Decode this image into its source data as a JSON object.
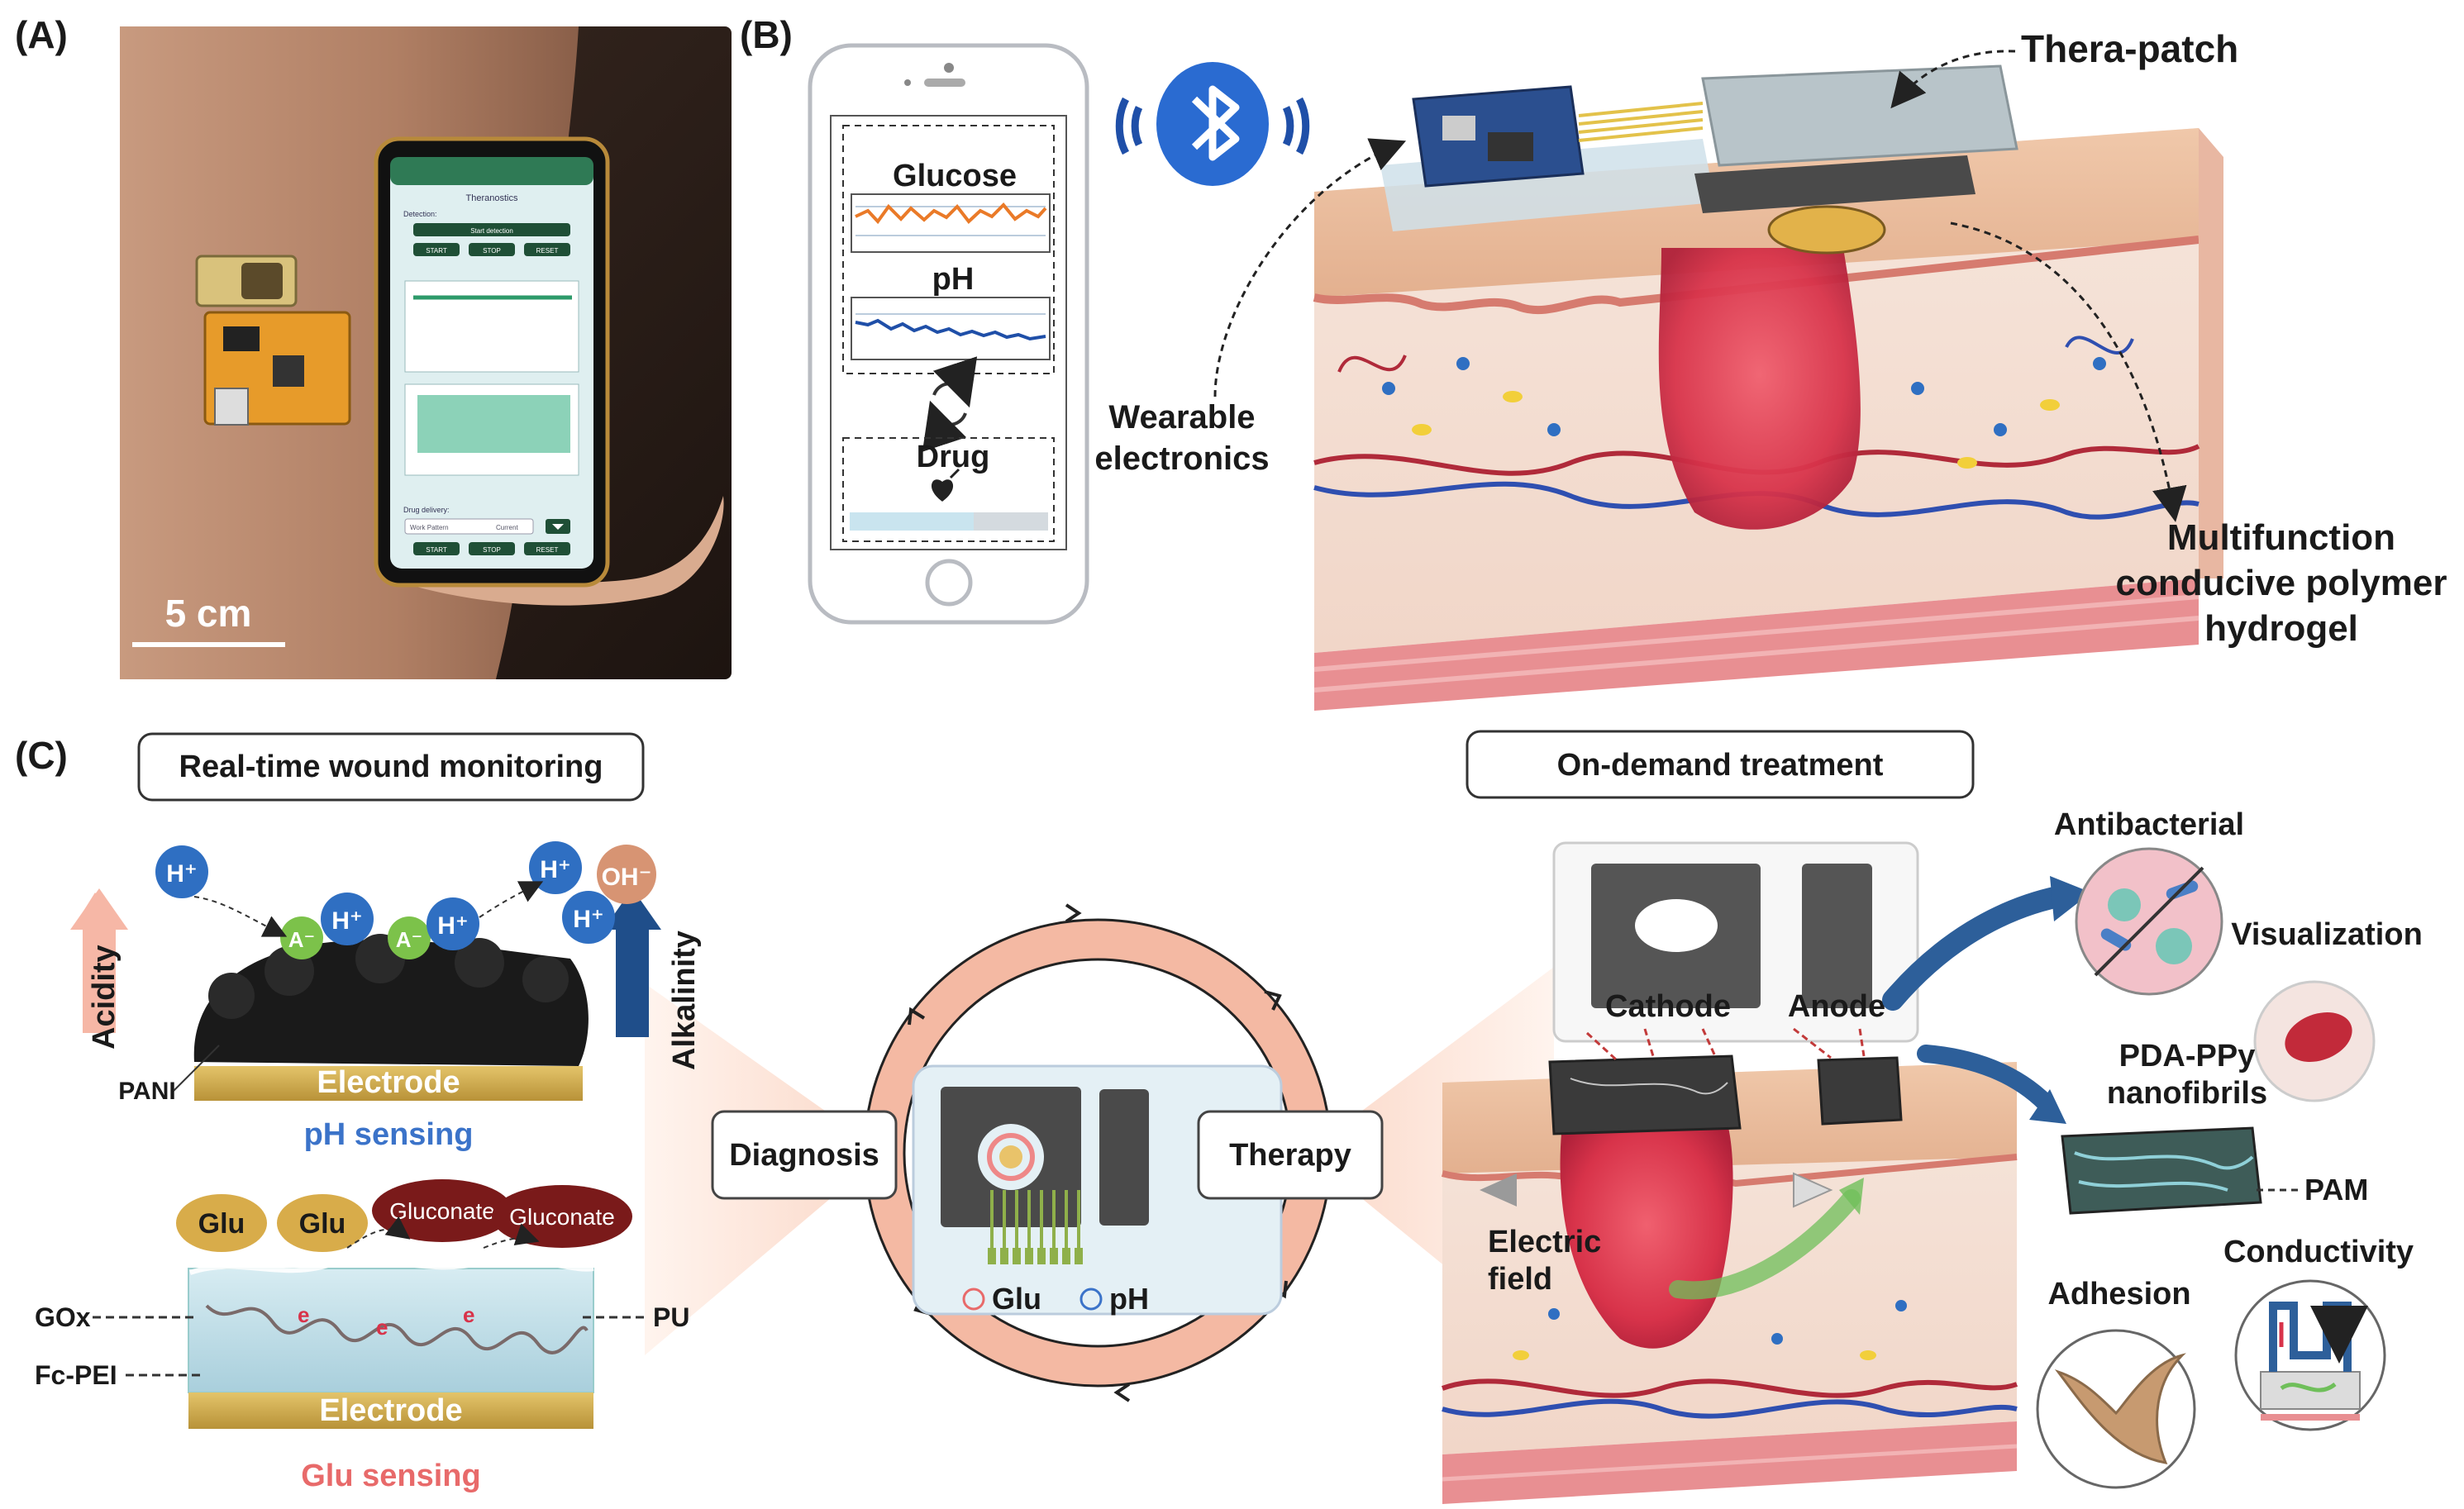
{
  "panel_labels": {
    "a": "(A)",
    "b": "(B)",
    "c": "(C)"
  },
  "panel_a": {
    "scale_bar": "5 cm",
    "phone_app": {
      "title": "Theranostics",
      "detection_label": "Detection:",
      "start_detection": "Start detection",
      "start": "START",
      "stop": "STOP",
      "reset": "RESET",
      "drug_delivery_label": "Drug delivery:",
      "mode_field": "Work Pattern",
      "mode_value": "Current",
      "start2": "START",
      "stop2": "STOP",
      "reset2": "RESET"
    }
  },
  "panel_b": {
    "phone_glucose": "Glucose",
    "phone_ph": "pH",
    "phone_drug": "Drug",
    "thera_patch": "Thera-patch",
    "wearable_line1": "Wearable",
    "wearable_line2": "electronics",
    "hydrogel_line1": "Multifunction",
    "hydrogel_line2": "conducive polymer",
    "hydrogel_line3": "hydrogel"
  },
  "panel_c": {
    "monitoring_title": "Real-time wound monitoring",
    "treatment_title": "On-demand treatment",
    "acidity": "Acidity",
    "alkalinity": "Alkalinity",
    "h_ion": "H⁺",
    "a_ion": "A⁻",
    "oh_ion": "OH⁻",
    "pani": "PANI",
    "electrode_top": "Electrode",
    "ph_sensing": "pH sensing",
    "glu_a": "Glu",
    "glu_b": "Glu",
    "gluconate_a": "Gluconate",
    "gluconate_b": "Gluconate",
    "gox": "GOx",
    "fc_pei": "Fc-PEI",
    "pu": "PU",
    "electron": "e",
    "electrode_bottom": "Electrode",
    "glu_sensing": "Glu sensing",
    "diagnosis": "Diagnosis",
    "therapy": "Therapy",
    "legend_glu": "Glu",
    "legend_ph": "pH",
    "cathode": "Cathode",
    "anode": "Anode",
    "electric_line1": "Electric",
    "electric_line2": "field",
    "antibacterial": "Antibacterial",
    "visualization": "Visualization",
    "pda_line1": "PDA-PPy",
    "pda_line2": "nanofibrils",
    "pam": "PAM",
    "conductivity": "Conductivity",
    "adhesion": "Adhesion"
  },
  "colors": {
    "text": "#1a1a1a",
    "acid_arrow": "#f6b7a6",
    "alkaline_arrow": "#1f4e8a",
    "ion_blue": "#2f6fc2",
    "ion_green": "#7cc24a",
    "electrode_gold": "#d8b458",
    "ph_sensing_text": "#3b73c9",
    "glu_sensing_text": "#e86a6a",
    "glu_bubble": "#d8ac4a",
    "gluconate_bubble": "#7a1a1a",
    "cycle_ring": "#f4b9a3",
    "wound_red": "#d8334a",
    "skin_tan": "#ecc2a5",
    "skin_pink": "#eaa2a0",
    "curved_arrow_blue": "#2d5f9a",
    "bluetooth_blue": "#2a6bd1"
  }
}
